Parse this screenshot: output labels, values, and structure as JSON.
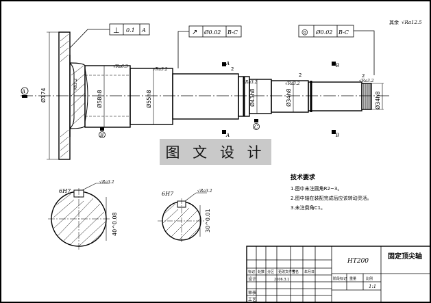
{
  "drawing": {
    "roughness_note": {
      "prefix": "其余",
      "value": "√Ra12.5"
    },
    "gdt": {
      "perpendicularity": {
        "symbol": "⊥",
        "tolerance": "0.1",
        "datum": "A"
      },
      "runout": {
        "symbol": "↗",
        "tolerance": "Ø0.02",
        "datum": "B-C"
      },
      "concentricity": {
        "symbol": "◎",
        "tolerance": "Ø0.02",
        "datum": "B-C"
      }
    },
    "diameters": {
      "flange": "Ø174",
      "d1": "Ø58h8",
      "d2": "Ø55h8",
      "d3": "Ø43h8",
      "d4": "Ø34h8",
      "d5": "Ø34h8"
    },
    "datums": {
      "A": "A",
      "B": "B",
      "C": "C"
    },
    "section_labels": {
      "a1": "A",
      "b1": "B",
      "a2": "A",
      "b2": "B"
    },
    "steps": {
      "s1": "2",
      "s2": "2",
      "s3": "2"
    },
    "roughness": {
      "r1": "√Ra6.3",
      "r2": "√Ra3.2",
      "r3": "√Ra3.2",
      "r4": "√Ra3.2",
      "r5": "√Ra3.2"
    },
    "flange_ra": "Ra3.2",
    "section1": {
      "key": "6H7",
      "ra": "√Ra3.2",
      "dim": "40^0.08"
    },
    "section2": {
      "key": "6H7",
      "ra": "√Ra3.2",
      "dim": "30^0.01"
    }
  },
  "watermark": "图 文 设 计",
  "tech_requirements": {
    "title": "技术要求",
    "items": [
      "1.图中未注圆角R2~3。",
      "2.图中轴在装配完成后应该转动灵活。",
      "3.未注倒角C1。"
    ]
  },
  "title_block": {
    "material": "HT200",
    "part_name": "固定顶尖轴",
    "scale": "1:1",
    "headers": [
      "标记",
      "处数",
      "分区",
      "更改文件号",
      "签名",
      "年月日"
    ],
    "rows": [
      "设计",
      "审核",
      "工艺"
    ],
    "stage_headers": [
      "阶段标记",
      "重量",
      "比例"
    ],
    "date": "2006.3.1"
  }
}
